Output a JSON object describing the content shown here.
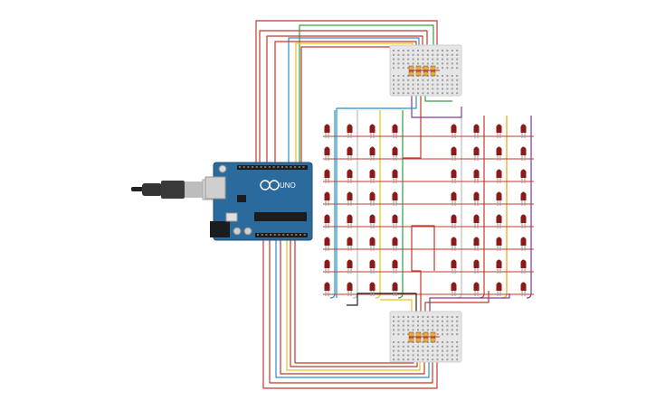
{
  "canvas": {
    "background": "#ffffff"
  },
  "arduino": {
    "model_label": "UNO",
    "board_color": "#2b6a9c",
    "header_color": "#1c1c1c"
  },
  "usb_cable": {
    "plug_color": "#333333",
    "connector_color": "#cfcfcf"
  },
  "breadboards": [
    {
      "name": "breadboard-top"
    },
    {
      "name": "breadboard-bottom"
    }
  ],
  "led_matrix": {
    "rows": 8,
    "columns": 8,
    "led_color": "#8b1a1a",
    "leg_color": "#9a9a9a"
  },
  "resistor_colors": [
    "#e8b04a",
    "#c0392b",
    "#e8b04a"
  ],
  "wire_colors": {
    "red": "#c0392b",
    "green": "#2ea043",
    "blue": "#2a8fc7",
    "yellow": "#e2c21b",
    "orange": "#f39c12",
    "purple": "#7d3c98",
    "black": "#222222",
    "gray": "#bdbdbd"
  }
}
